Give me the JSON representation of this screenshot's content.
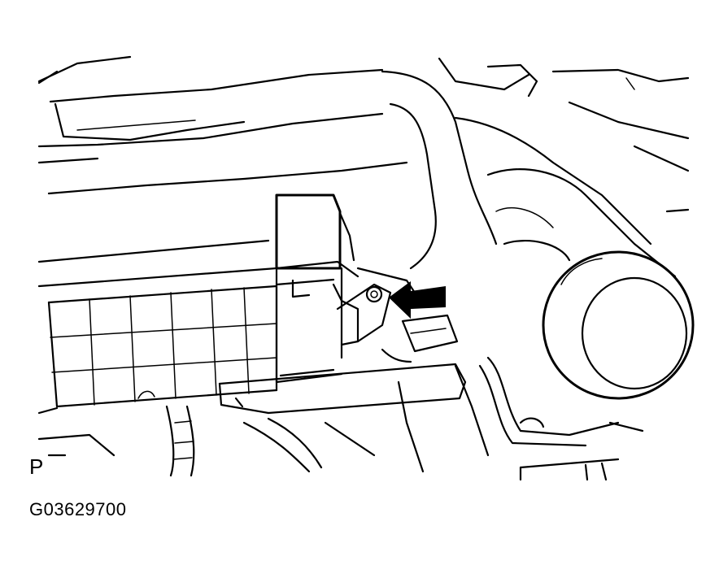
{
  "diagram": {
    "view_marker": "P",
    "figure_code": "G03629700",
    "colors": {
      "line": "#000000",
      "background": "#ffffff"
    },
    "callouts": [
      {
        "type": "arrow-icon",
        "points_to": "bolt"
      }
    ]
  }
}
